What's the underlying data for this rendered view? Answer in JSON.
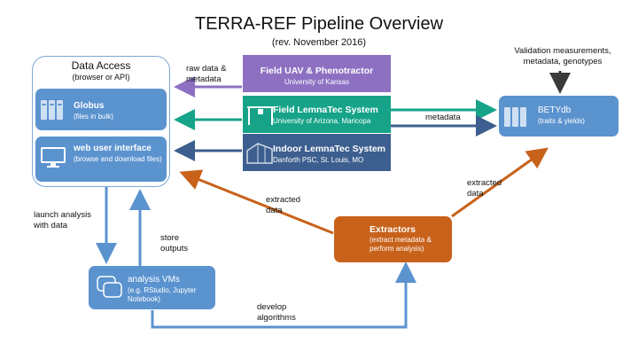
{
  "title": "TERRA-REF Pipeline Overview",
  "subtitle": "(rev. November 2016)",
  "data_access": {
    "title": "Data Access",
    "subtitle": "(browser or API)",
    "globus": {
      "title": "Globus",
      "subtitle": "(files in bulk)",
      "icon": "server-icon"
    },
    "web_ui": {
      "title": "web user interface",
      "subtitle": "(browse and download files)",
      "icon": "monitor-icon"
    }
  },
  "sources": [
    {
      "title": "Field UAV & Phenotractor",
      "subtitle": "University of Kansas",
      "color": "#8d70c2"
    },
    {
      "title": "Field LemnaTec System",
      "subtitle": "University of Arizona, Maricopa",
      "color": "#16a388"
    },
    {
      "title": "Indoor LemnaTec System",
      "subtitle": "Danforth PSC, St. Louis, MO",
      "color": "#3d5f8f"
    }
  ],
  "betydb": {
    "title": "BETYdb",
    "subtitle": "(traits & yields)",
    "icon": "database-icon"
  },
  "validation_label": "Validation measurements, metadata, genotypes",
  "extractors": {
    "title": "Extractors",
    "subtitle": "(extract metadata & perform analysis)",
    "color": "#c8621b"
  },
  "analysis_vms": {
    "title": "analysis VMs",
    "subtitle": "(e.g. RStudio, Jupyter Notebook)",
    "icon": "windows-stack-icon"
  },
  "labels": {
    "raw_data": "raw data & metadata",
    "metadata": "metadata",
    "extracted_data_left": "extracted data",
    "extracted_data_right": "extracted data",
    "launch_analysis": "launch analysis with data",
    "store_outputs": "store outputs",
    "develop_algorithms": "develop algorithms"
  },
  "colors": {
    "blue": "#5b93cf",
    "purple": "#8d70c2",
    "teal": "#16a388",
    "navy": "#3d5f8f",
    "orange": "#c8621b",
    "gray": "#3a3a3a"
  }
}
